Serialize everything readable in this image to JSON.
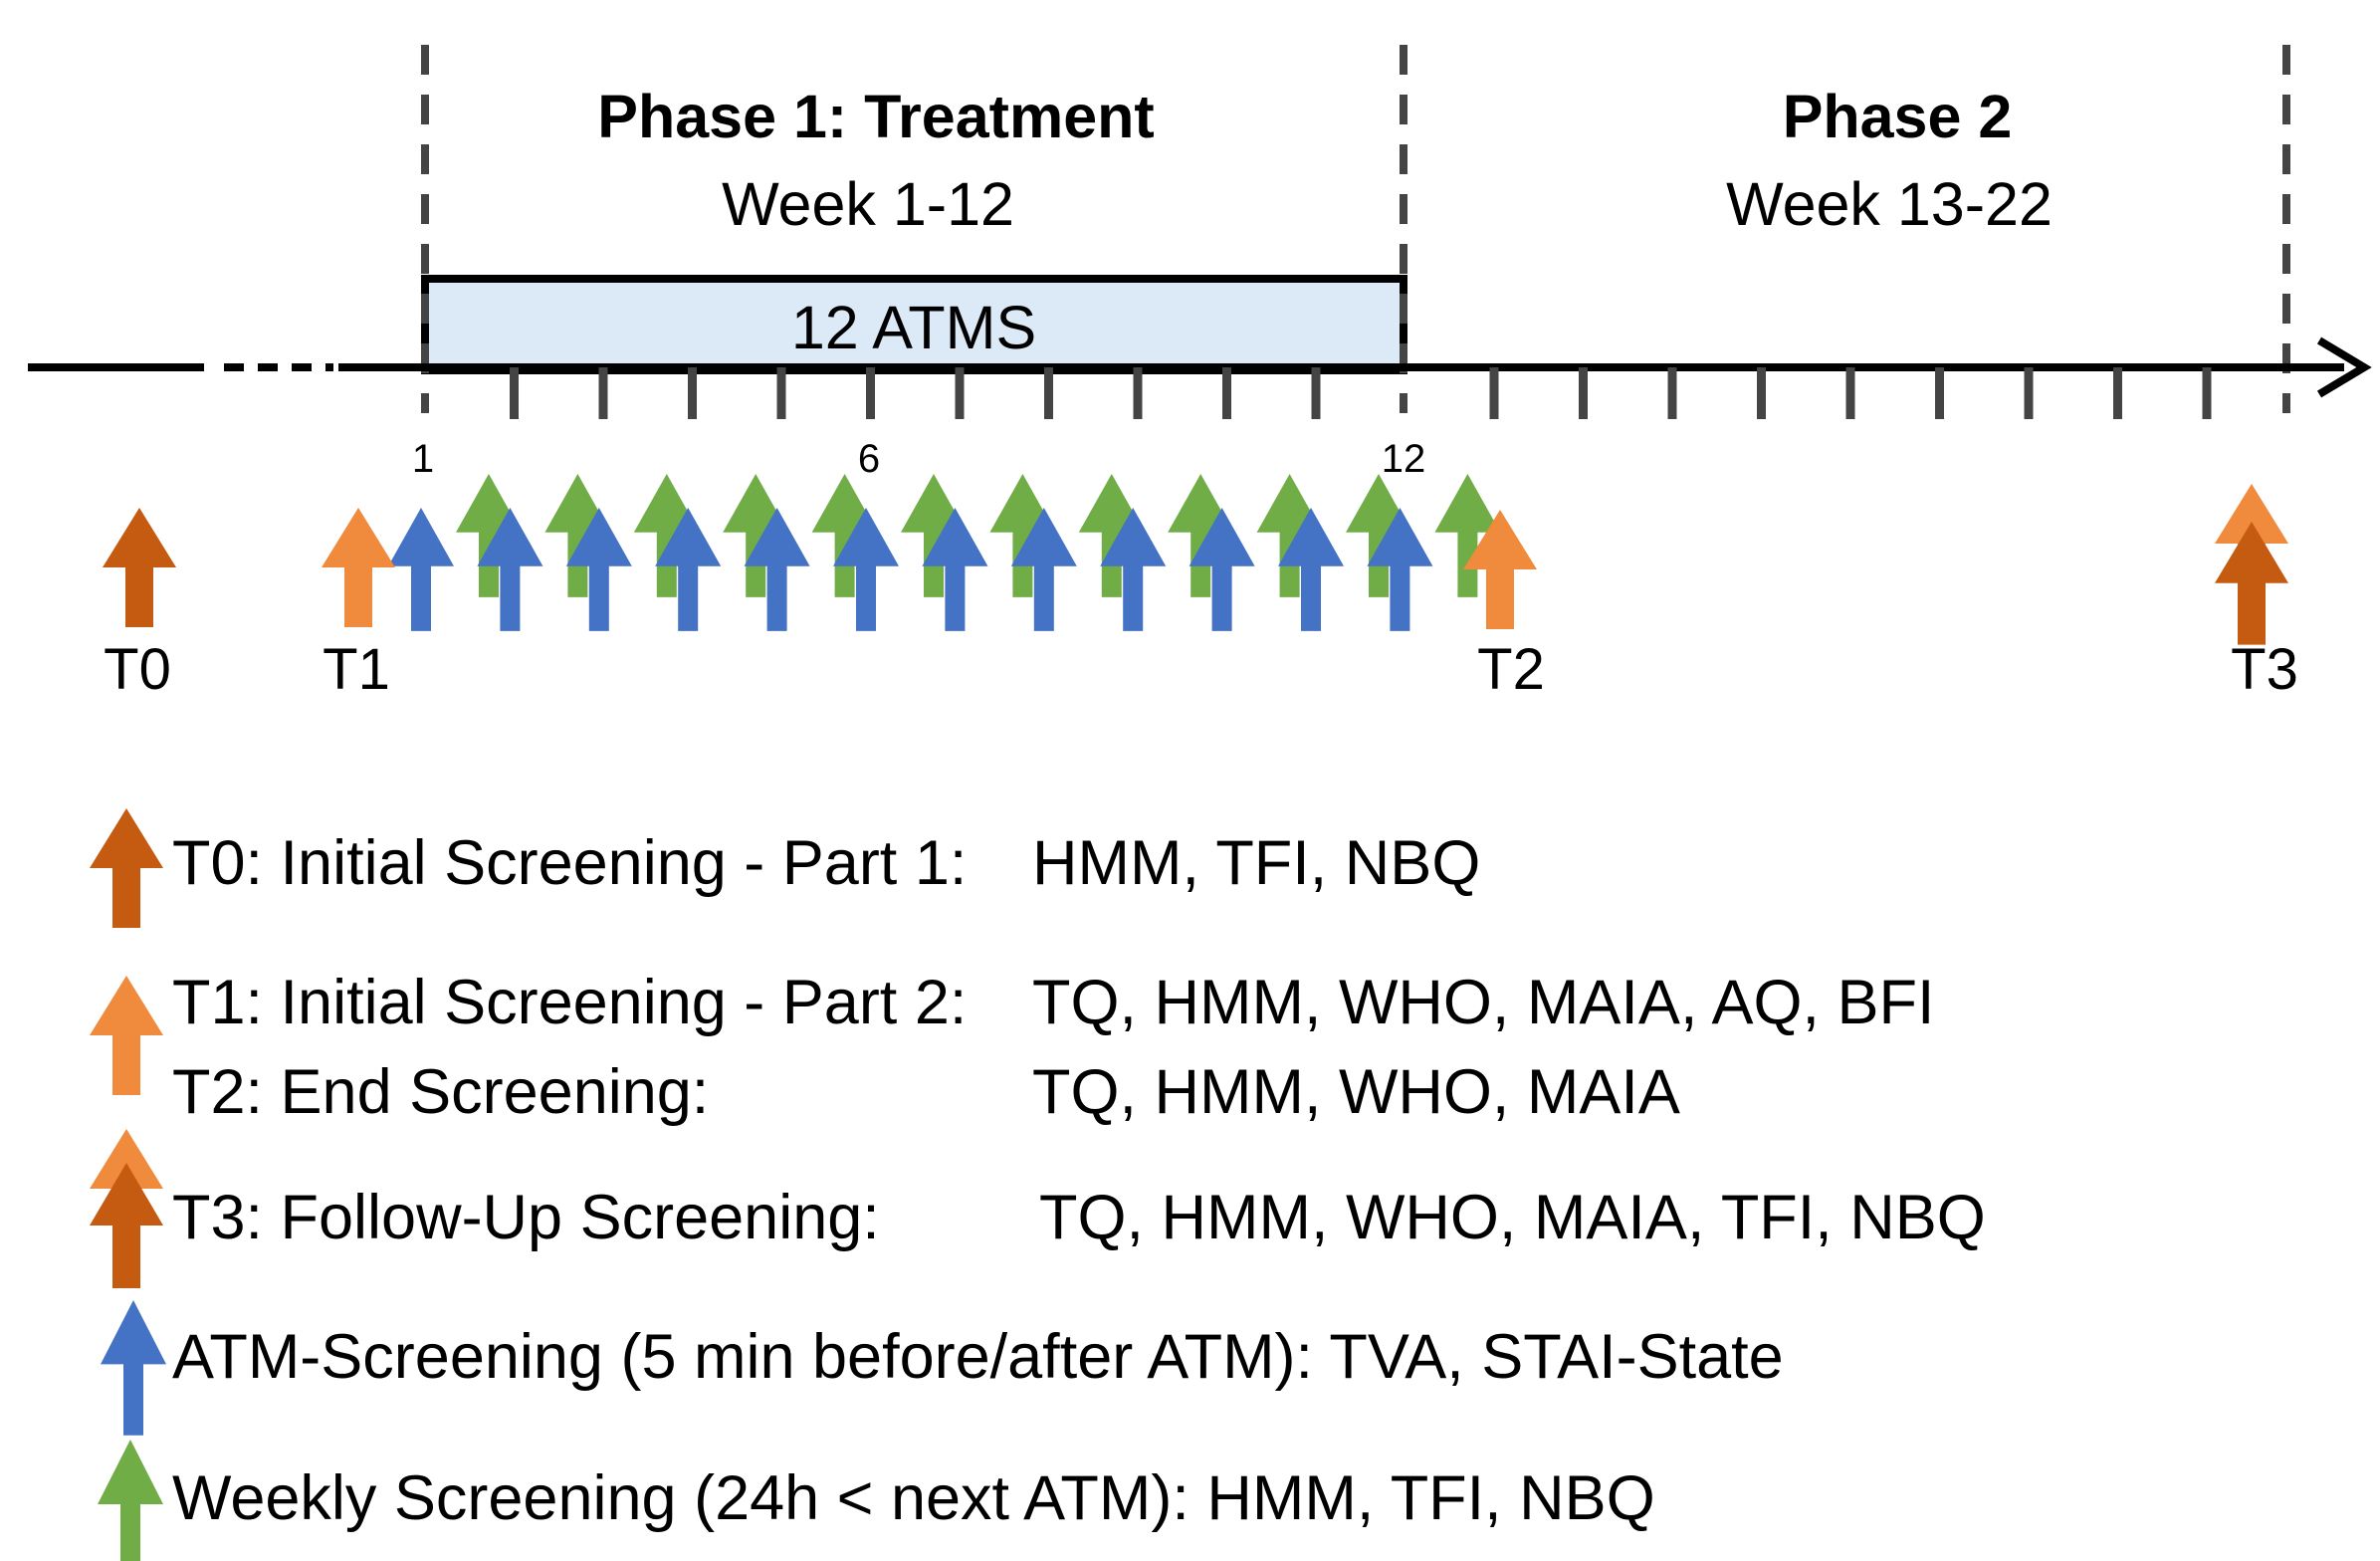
{
  "phases": [
    {
      "title": "Phase 1: Treatment",
      "weeks": "Week 1-12"
    },
    {
      "title": "Phase 2",
      "weeks": "Week 13-22"
    }
  ],
  "treatment_bar": {
    "label": "12 ATMS",
    "color": "#dce9f6"
  },
  "timeline": {
    "tick_labels": [
      "1",
      "6",
      "12"
    ],
    "timepoints": [
      "T0",
      "T1",
      "T2",
      "T3"
    ]
  },
  "colors": {
    "dark_orange": "#c55a11",
    "light_orange": "#f08a3c",
    "blue": "#4472c4",
    "green": "#70ad47"
  },
  "legend": [
    {
      "icon": "dark-orange-arrow",
      "label": "T0: Initial Screening - Part 1:",
      "measures": "HMM, TFI, NBQ"
    },
    {
      "icon": "light-orange-arrow",
      "label": "T1: Initial Screening - Part 2:",
      "measures": "TQ, HMM, WHO, MAIA, AQ, BFI"
    },
    {
      "icon": "light-orange-arrow",
      "label": "T2: End Screening:",
      "measures": "TQ, HMM, WHO, MAIA"
    },
    {
      "icon": "stacked-orange-arrow",
      "label": "T3: Follow-Up Screening:",
      "measures": "TQ, HMM, WHO, MAIA, TFI, NBQ"
    },
    {
      "icon": "blue-arrow",
      "text": "ATM-Screening (5 min before/after ATM): TVA, STAI-State"
    },
    {
      "icon": "green-arrow",
      "text": "Weekly Screening (24h < next ATM): HMM, TFI, NBQ"
    }
  ]
}
